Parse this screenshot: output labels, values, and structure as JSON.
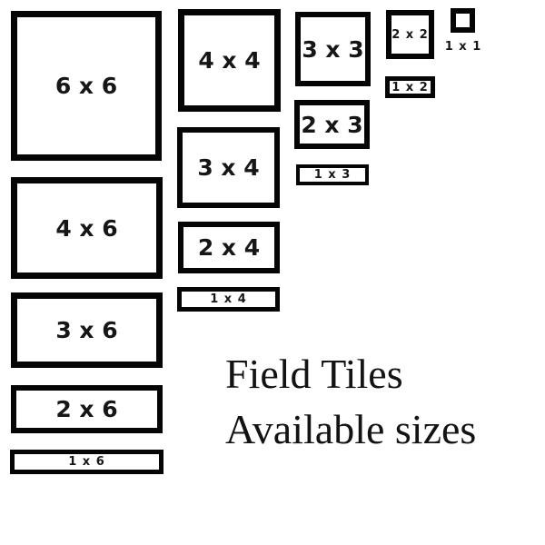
{
  "title": {
    "line1": "Field Tiles",
    "line2": "Available sizes"
  },
  "tiles": [
    {
      "label": "6 x 6"
    },
    {
      "label": "4 x 6"
    },
    {
      "label": "3 x 6"
    },
    {
      "label": "2 x 6"
    },
    {
      "label": "1 x 6"
    },
    {
      "label": "4 x 4"
    },
    {
      "label": "3 x 4"
    },
    {
      "label": "2 x 4"
    },
    {
      "label": "1 x 4"
    },
    {
      "label": "3 x 3"
    },
    {
      "label": "2 x 3"
    },
    {
      "label": "1 x 3"
    },
    {
      "label": "2 x 2"
    },
    {
      "label": "1 x 2"
    },
    {
      "label": "1 x 1"
    }
  ],
  "colors": {
    "background": "#ffffff",
    "tile_border": "#050505",
    "label_text": "#161616",
    "caption_text": "#131313"
  }
}
